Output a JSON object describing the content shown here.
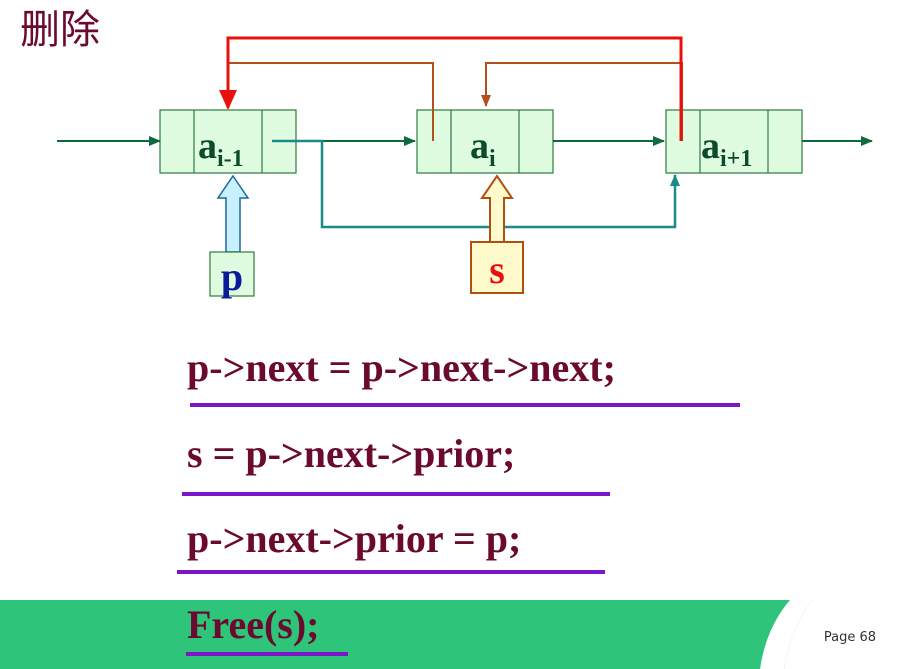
{
  "title": "删除",
  "nodes": [
    {
      "base": "a",
      "sub": "i-1"
    },
    {
      "base": "a",
      "sub": "i"
    },
    {
      "base": "a",
      "sub": "i+1"
    }
  ],
  "pointers": {
    "p": "p",
    "s": "s"
  },
  "code": [
    "p->next = p->next->next;",
    "s = p->next->prior;",
    "p->next->prior = p;",
    "Free(s);"
  ],
  "page": "Page 68",
  "colors": {
    "title": "#6b0a2e",
    "node_fill": "#e0fce0",
    "node_stroke": "#2e7a3e",
    "next_arrow": "#0d6a3e",
    "teal_arrow": "#1a8a8a",
    "red_arrow": "#e8100a",
    "brown_arrow": "#b0501a",
    "underline": "#7a16c8",
    "footer": "#2ec47a"
  }
}
